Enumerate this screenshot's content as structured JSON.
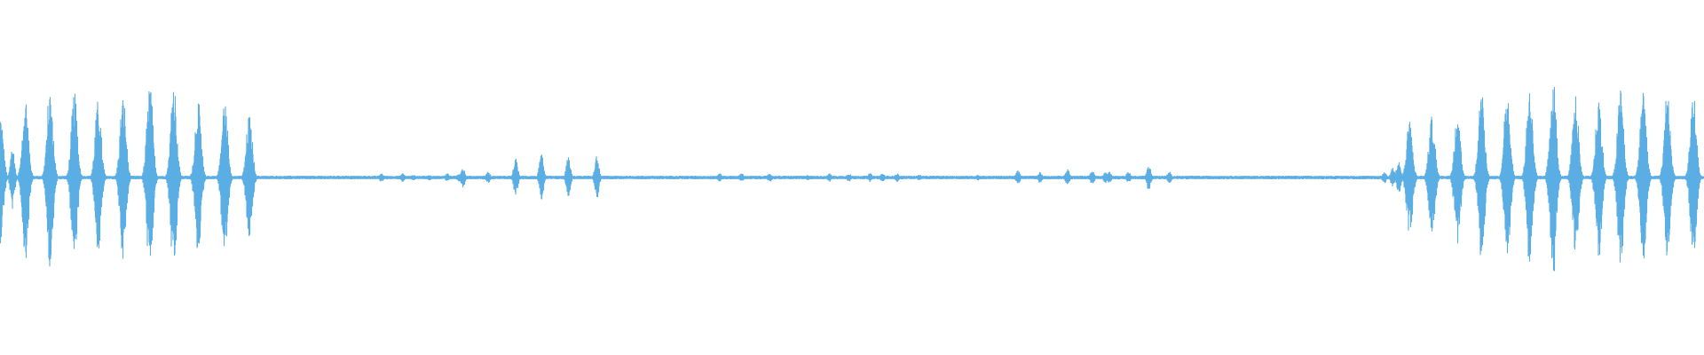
{
  "waveform": {
    "color": "#5aaee4",
    "background": "#ffffff",
    "bursts": [
      {
        "t": 0.0,
        "a": 0.45
      },
      {
        "t": 0.0072,
        "a": 0.22
      },
      {
        "t": 0.0148,
        "a": 0.56
      },
      {
        "t": 0.0292,
        "a": 0.61
      },
      {
        "t": 0.0435,
        "a": 0.58
      },
      {
        "t": 0.0575,
        "a": 0.53
      },
      {
        "t": 0.0721,
        "a": 0.56
      },
      {
        "t": 0.0878,
        "a": 0.66
      },
      {
        "t": 0.1018,
        "a": 0.67
      },
      {
        "t": 0.1161,
        "a": 0.53
      },
      {
        "t": 0.1317,
        "a": 0.54
      },
      {
        "t": 0.1462,
        "a": 0.43
      },
      {
        "t": 0.2237,
        "a": 0.03
      },
      {
        "t": 0.2362,
        "a": 0.03
      },
      {
        "t": 0.2425,
        "a": 0.02
      },
      {
        "t": 0.2518,
        "a": 0.02
      },
      {
        "t": 0.2623,
        "a": 0.03
      },
      {
        "t": 0.2693,
        "a": 0.03
      },
      {
        "t": 0.2715,
        "a": 0.07
      },
      {
        "t": 0.2863,
        "a": 0.04
      },
      {
        "t": 0.3025,
        "a": 0.13
      },
      {
        "t": 0.3176,
        "a": 0.16
      },
      {
        "t": 0.3334,
        "a": 0.14
      },
      {
        "t": 0.3501,
        "a": 0.15
      },
      {
        "t": 0.4221,
        "a": 0.03
      },
      {
        "t": 0.4351,
        "a": 0.03
      },
      {
        "t": 0.4516,
        "a": 0.03
      },
      {
        "t": 0.4737,
        "a": 0.02
      },
      {
        "t": 0.4867,
        "a": 0.03
      },
      {
        "t": 0.4981,
        "a": 0.03
      },
      {
        "t": 0.5104,
        "a": 0.03
      },
      {
        "t": 0.5177,
        "a": 0.03
      },
      {
        "t": 0.5263,
        "a": 0.03
      },
      {
        "t": 0.5394,
        "a": 0.02
      },
      {
        "t": 0.5738,
        "a": 0.02
      },
      {
        "t": 0.5972,
        "a": 0.05
      },
      {
        "t": 0.6102,
        "a": 0.04
      },
      {
        "t": 0.6263,
        "a": 0.06
      },
      {
        "t": 0.6408,
        "a": 0.05
      },
      {
        "t": 0.6486,
        "a": 0.04
      },
      {
        "t": 0.6509,
        "a": 0.04
      },
      {
        "t": 0.6621,
        "a": 0.04
      },
      {
        "t": 0.674,
        "a": 0.09
      },
      {
        "t": 0.6861,
        "a": 0.04
      },
      {
        "t": 0.8123,
        "a": 0.04
      },
      {
        "t": 0.8173,
        "a": 0.07
      },
      {
        "t": 0.8207,
        "a": 0.12
      },
      {
        "t": 0.8271,
        "a": 0.4
      },
      {
        "t": 0.8402,
        "a": 0.42
      },
      {
        "t": 0.8552,
        "a": 0.47
      },
      {
        "t": 0.8693,
        "a": 0.59
      },
      {
        "t": 0.8844,
        "a": 0.61
      },
      {
        "t": 0.8976,
        "a": 0.64
      },
      {
        "t": 0.9113,
        "a": 0.7
      },
      {
        "t": 0.9245,
        "a": 0.56
      },
      {
        "t": 0.9381,
        "a": 0.56
      },
      {
        "t": 0.9509,
        "a": 0.62
      },
      {
        "t": 0.9642,
        "a": 0.63
      },
      {
        "t": 0.9784,
        "a": 0.6
      },
      {
        "t": 0.9936,
        "a": 0.58
      }
    ]
  }
}
